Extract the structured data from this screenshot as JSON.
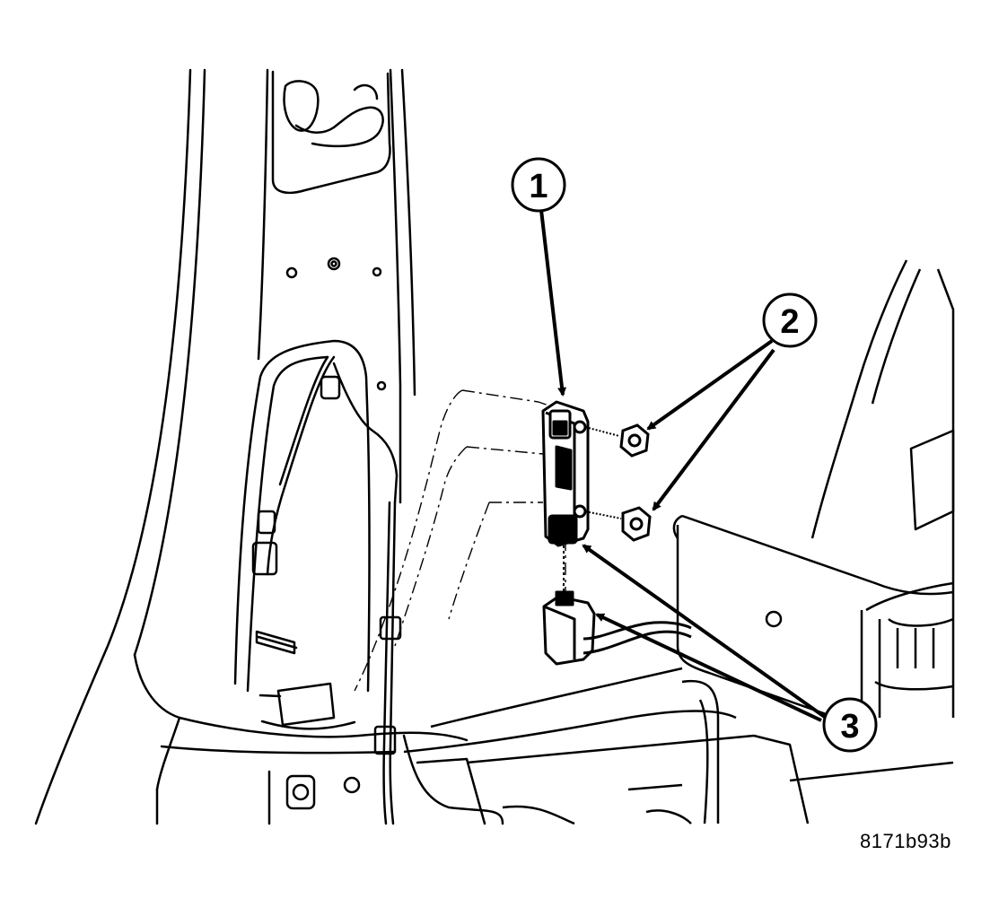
{
  "callouts": [
    {
      "id": "1",
      "label": "1"
    },
    {
      "id": "2",
      "label": "2"
    },
    {
      "id": "3",
      "label": "3"
    }
  ],
  "figure_id": "8171b93b",
  "colors": {
    "line": "#000000",
    "background": "#ffffff"
  }
}
